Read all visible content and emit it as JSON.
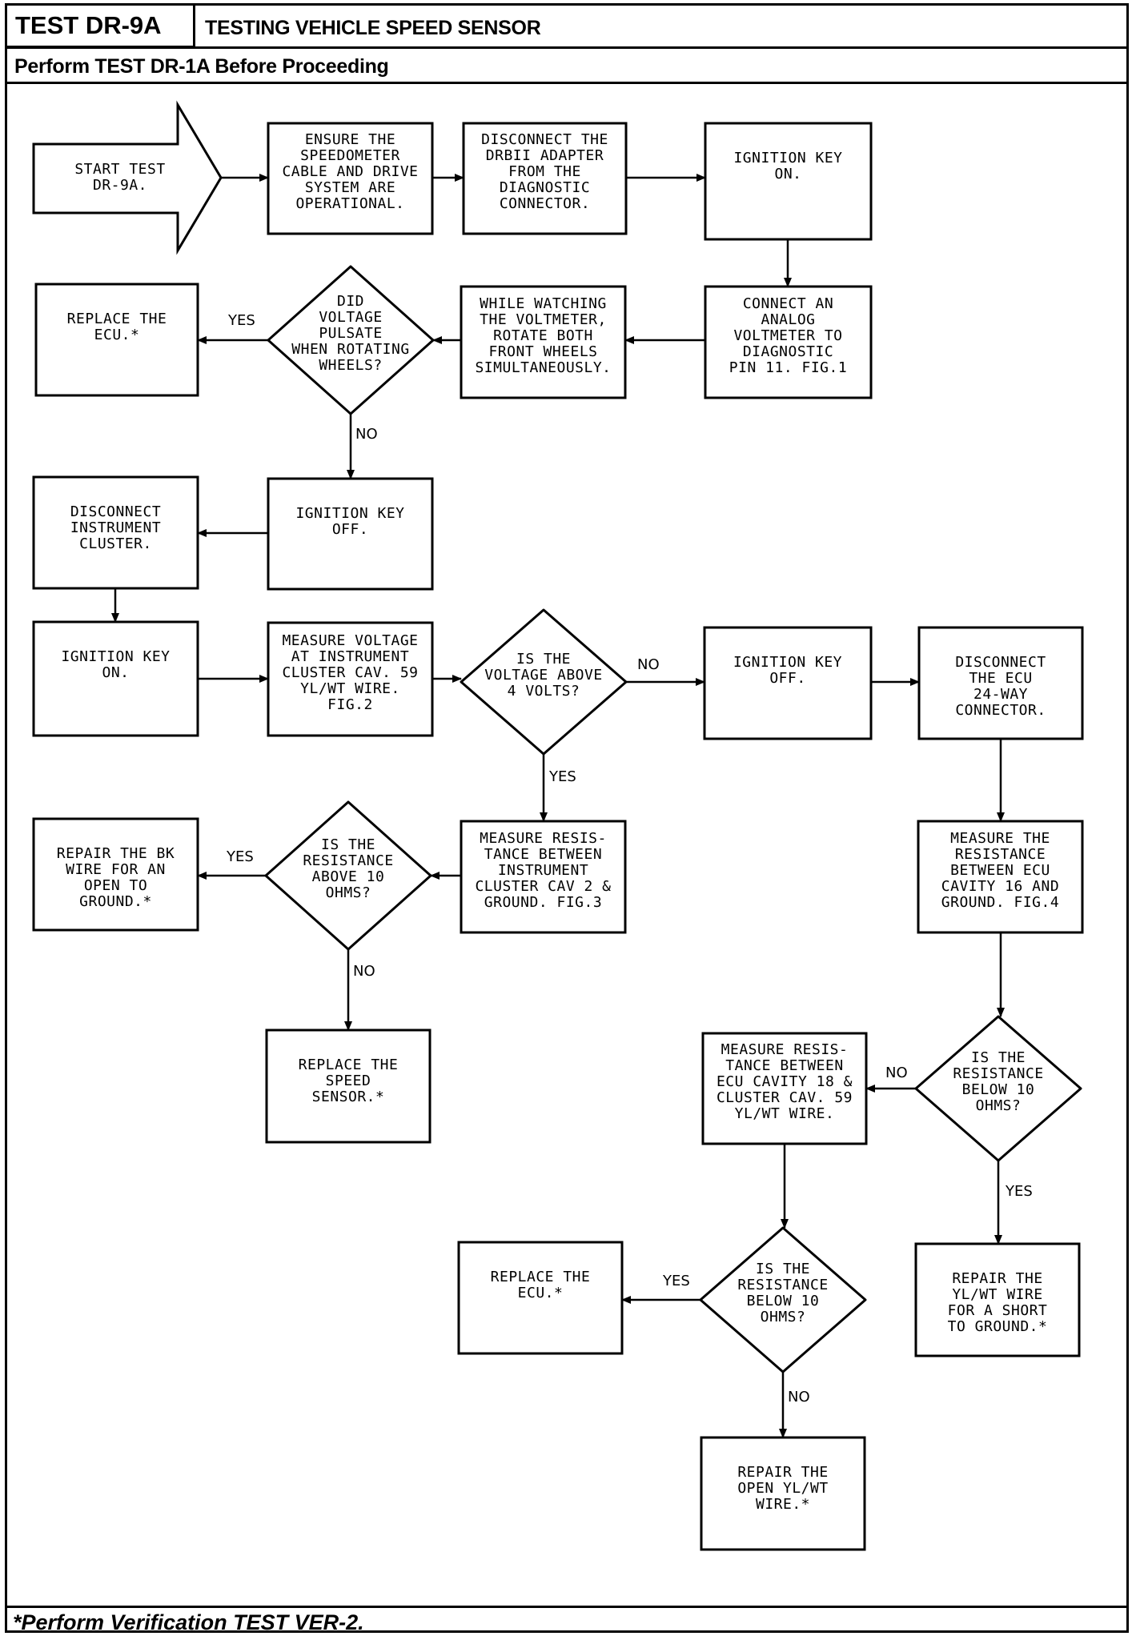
{
  "header": {
    "test_id": "TEST DR-9A",
    "title": "TESTING VEHICLE SPEED SENSOR",
    "prerequisite": "Perform TEST DR-1A Before Proceeding"
  },
  "footer": {
    "note": "*Perform Verification TEST VER-2."
  },
  "nodes": {
    "start": "START TEST\nDR-9A.",
    "ensure_speedometer": "ENSURE THE\nSPEEDOMETER\nCABLE AND DRIVE\nSYSTEM ARE\nOPERATIONAL.",
    "disconnect_drbii": "DISCONNECT THE\nDRBII ADAPTER\nFROM THE\nDIAGNOSTIC\nCONNECTOR.",
    "ignition_on_1": "IGNITION KEY\nON.",
    "connect_voltmeter": "CONNECT AN\nANALOG\nVOLTMETER TO\nDIAGNOSTIC\nPIN 11. FIG.1",
    "rotate_wheels": "WHILE WATCHING\nTHE VOLTMETER,\nROTATE BOTH\nFRONT WHEELS\nSIMULTANEOUSLY.",
    "q_voltage_pulsate": "DID\nVOLTAGE\nPULSATE\nWHEN ROTATING\nWHEELS?",
    "replace_ecu_1": "REPLACE THE\nECU.*",
    "ignition_off_1": "IGNITION KEY\nOFF.",
    "disconnect_cluster": "DISCONNECT\nINSTRUMENT\nCLUSTER.",
    "ignition_on_2": "IGNITION KEY\nON.",
    "measure_voltage_cluster": "MEASURE VOLTAGE\nAT INSTRUMENT\nCLUSTER CAV. 59\nYL/WT WIRE.\nFIG.2",
    "q_voltage_above_4": "IS THE\nVOLTAGE ABOVE\n4 VOLTS?",
    "ignition_off_2": "IGNITION KEY\nOFF.",
    "disconnect_ecu": "DISCONNECT\nTHE ECU\n24-WAY\nCONNECTOR.",
    "measure_cluster_ground": "MEASURE RESIS-\nTANCE BETWEEN\nINSTRUMENT\nCLUSTER CAV 2 &\nGROUND. FIG.3",
    "q_resistance_above_10": "IS THE\nRESISTANCE\nABOVE 10\nOHMS?",
    "repair_bk_wire": "REPAIR THE BK\nWIRE FOR AN\nOPEN TO\nGROUND.*",
    "replace_speed_sensor": "REPLACE THE\nSPEED\nSENSOR.*",
    "measure_ecu16_ground": "MEASURE THE\nRESISTANCE\nBETWEEN ECU\nCAVITY 16 AND\nGROUND. FIG.4",
    "q_resistance_below_10_a": "IS THE\nRESISTANCE\nBELOW 10\nOHMS?",
    "measure_ecu18_cluster": "MEASURE RESIS-\nTANCE BETWEEN\nECU CAVITY 18 &\nCLUSTER CAV. 59\nYL/WT WIRE.",
    "repair_yl_wt_short": "REPAIR THE\nYL/WT WIRE\nFOR A SHORT\nTO GROUND.*",
    "q_resistance_below_10_b": "IS THE\nRESISTANCE\nBELOW 10\nOHMS?",
    "replace_ecu_2": "REPLACE THE\nECU.*",
    "repair_open_yl_wt": "REPAIR THE\nOPEN YL/WT\nWIRE.*"
  },
  "edge_labels": {
    "pulsate_yes": "YES",
    "pulsate_no": "NO",
    "volt4_no": "NO",
    "volt4_yes": "YES",
    "above10_yes": "YES",
    "above10_no": "NO",
    "below10a_no": "NO",
    "below10a_yes": "YES",
    "below10b_yes": "YES",
    "below10b_no": "NO"
  }
}
